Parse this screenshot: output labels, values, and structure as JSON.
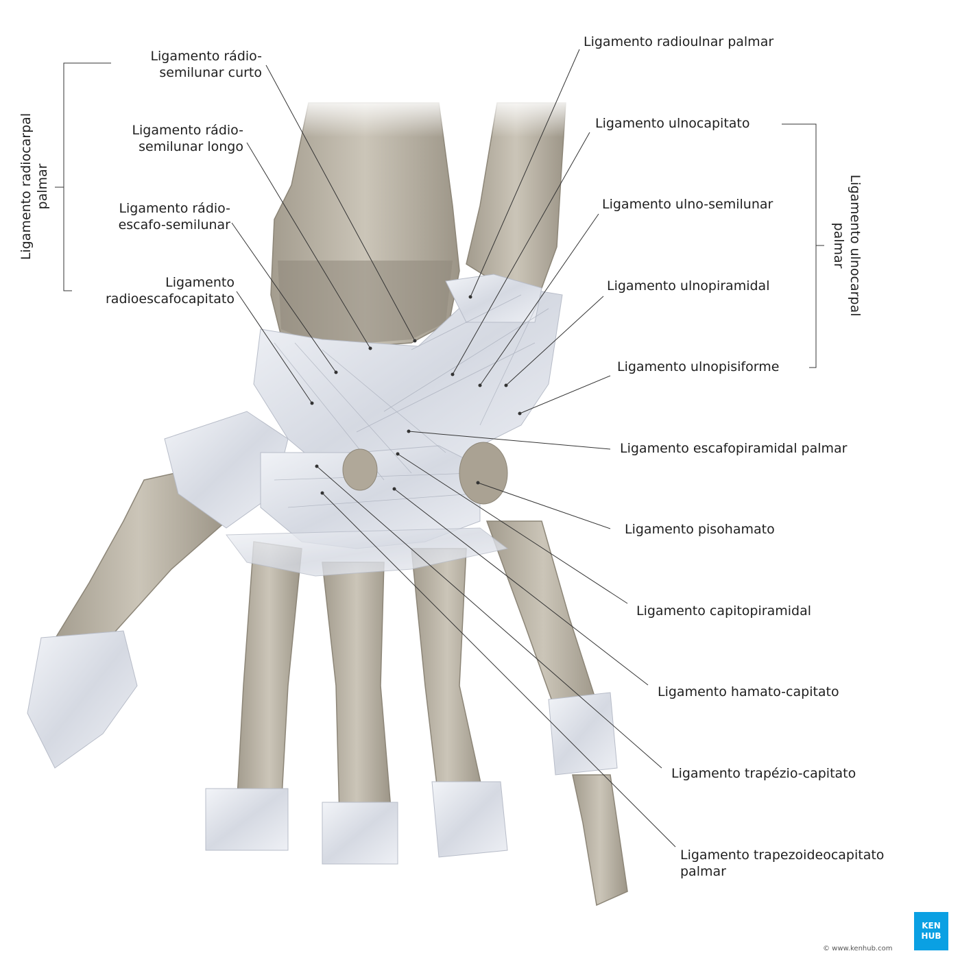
{
  "brand": {
    "accent": "#0aa0e3",
    "bone": "#b9b2a4",
    "ligament": "#e4e7ee"
  },
  "labels_left": {
    "radiosemilunar_curto": [
      "Ligamento rádio-",
      "semilunar curto"
    ],
    "radiosemilunar_longo": [
      "Ligamento rádio-",
      "semilunar longo"
    ],
    "radioescafosemilunar": [
      "Ligamento rádio-",
      "escafo-semilunar"
    ],
    "radioescafocapitato": [
      "Ligamento",
      "radioescafocapitato"
    ]
  },
  "labels_right": {
    "radioulnar_palmar": "Ligamento radioulnar palmar",
    "ulnocapitato": "Ligamento ulnocapitato",
    "ulnosemilunar": "Ligamento ulno-semilunar",
    "ulnopiramidal": "Ligamento ulnopiramidal",
    "ulnopisiforme": "Ligamento ulnopisiforme",
    "escafopiramidal": "Ligamento escafopiramidal palmar",
    "pisohamato": "Ligamento pisohamato",
    "capitopiramidal": "Ligamento capitopiramidal",
    "hamatocapitato": "Ligamento hamato-capitato",
    "trapeziocapitato": "Ligamento trapézio-capitato",
    "trapezoideocapitato": [
      "Ligamento trapezoideocapitato",
      "palmar"
    ]
  },
  "groups": {
    "radiocarpal": [
      "Ligamento radiocarpal",
      "palmar"
    ],
    "ulnocarpal": [
      "Ligamento ulnocarpal",
      "palmar"
    ]
  },
  "footer": {
    "logo_line1": "KEN",
    "logo_line2": "HUB",
    "copyright": "© www.kenhub.com"
  }
}
